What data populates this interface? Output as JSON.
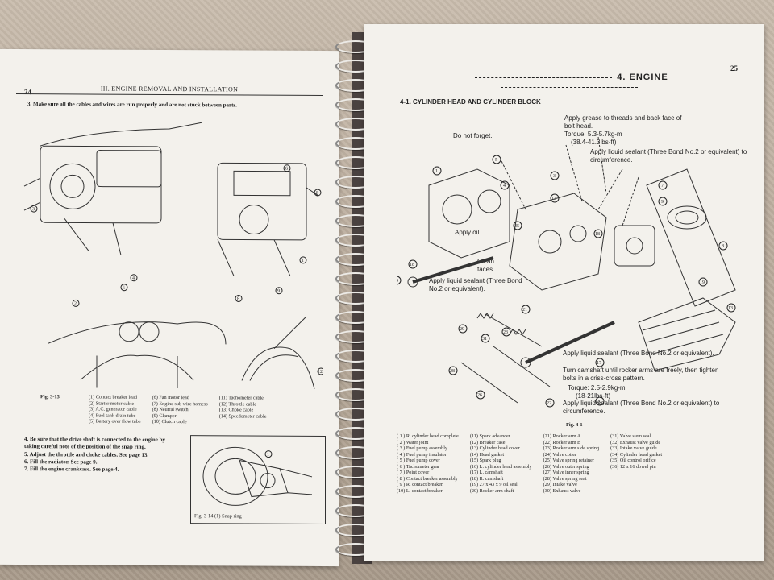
{
  "left_page": {
    "page_number": "24",
    "header": "III. ENGINE REMOVAL AND INSTALLATION",
    "step3": "3. Make sure all the cables and wires are run properly and are not stuck between parts.",
    "fig_3_13": {
      "caption": "Fig. 3-13",
      "legend": [
        "(1) Contact breaker lead",
        "(6) Fan motor lead",
        "(11) Tachometer cable",
        "(2) Starter motor cable",
        "(7) Engine sub wire harness",
        "(12) Throttle cable",
        "(3) A.C. generator cable",
        "(8) Neutral switch",
        "(13) Choke cable",
        "(4) Fuel tank drain tube",
        "(9) Clamper",
        "(14) Speedometer cable",
        "(5) Battery over flow tube",
        "(10) Clutch cable",
        ""
      ]
    },
    "steps": [
      "4. Be sure that the drive shaft is connected to the engine by taking careful note of the position of the snap ring.",
      "5. Adjust the throttle and choke cables. See page 13.",
      "6. Fill the radiator. See page 9.",
      "7. Fill the engine crankcase. See page 4."
    ],
    "fig_3_14": {
      "caption": "Fig. 3-14 (1) Snap ring"
    }
  },
  "right_page": {
    "page_number": "25",
    "chapter_title": "4. ENGINE",
    "section_title": "4-1. CYLINDER HEAD AND CYLINDER BLOCK",
    "annotations": {
      "grease": "Apply grease to threads and back face of bolt head.",
      "torque1": "Torque: 5.3-5.7kg-m",
      "torque1b": "(38.4-41.3lbs-ft)",
      "sealant_circ": "Apply liquid sealant (Three Bond No.2 or equivalent) to circumference.",
      "do_not_forget": "Do not forget.",
      "apply_oil": "Apply oil.",
      "clean_faces": "Clean faces.",
      "sealant_no2": "Apply liquid sealant (Three Bond No.2 or equivalent).",
      "sealant_mid": "Apply liquid sealant (Three Bond No.2 or equivalent).",
      "camshaft": "Turn camshaft until rocker arms are freely, then tighten bolts in a criss-cross pattern.",
      "torque2": "Torque: 2.5-2.9kg-m",
      "torque2b": "(18-21lbs-ft)",
      "sealant_bottom": "Apply liquid sealant (Three Bond No.2 or equivalent) to circumference."
    },
    "fig_4_1": {
      "caption": "Fig. 4-1",
      "legend": [
        "( 1 ) R. cylinder head complete",
        "(11) Spark advancer",
        "(21) Rocker arm A",
        "(31) Valve stem seal",
        "( 2 ) Water joint",
        "(12) Breaker case",
        "(22) Rocker arm B",
        "(32) Exhaust valve guide",
        "( 3 ) Fuel pump assembly",
        "(13) Cylinder head cover",
        "(23) Rocker arm side spring",
        "(33) Intake valve guide",
        "( 4 ) Fuel pump insulator",
        "(14) Head gasket",
        "(24) Valve cotter",
        "(34) Cylinder head gasket",
        "( 5 ) Fuel pump cover",
        "(15) Spark plug",
        "(25) Valve spring retainer",
        "(35) Oil control orifice",
        "( 6 ) Tachometer gear",
        "(16) L. cylinder head assembly",
        "(26) Valve outer spring",
        "(36) 12 x 16 dowel pin",
        "( 7 ) Point cover",
        "(17) L. camshaft",
        "(27) Valve inner spring",
        "",
        "( 8 ) Contact breaker assembly",
        "(18) R. camshaft",
        "(28) Valve spring seat",
        "",
        "( 9 ) R. contact breaker",
        "(19) 27 x 43 x 9 oil seal",
        "(29) Intake valve",
        "",
        "(10) L. contact breaker",
        "(20) Rocker arm shaft",
        "(30) Exhaust valve",
        ""
      ]
    }
  }
}
